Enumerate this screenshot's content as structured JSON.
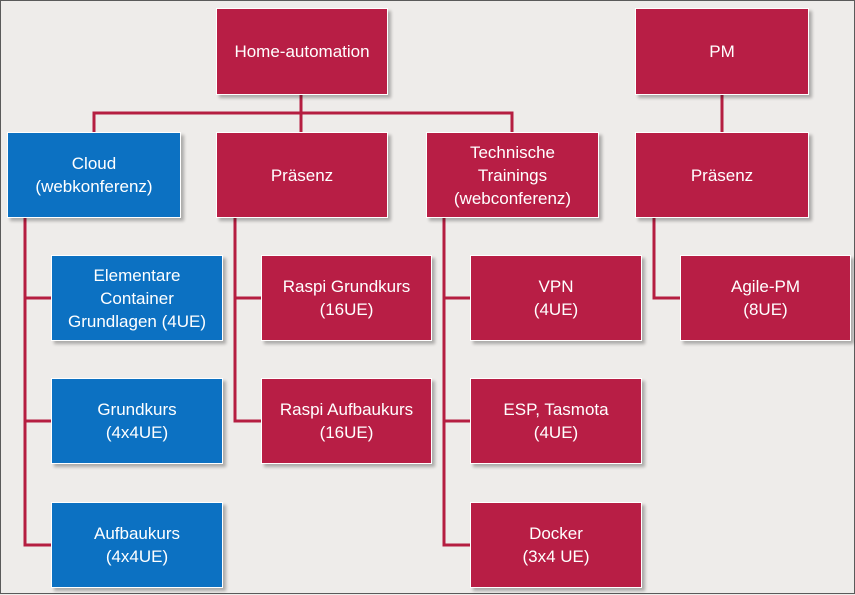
{
  "colors": {
    "red": "#b81e45",
    "blue": "#0c71c2",
    "connector": "#b51e41",
    "background": "#eeecea"
  },
  "nodes": {
    "home": {
      "label": "Home-automation"
    },
    "pm": {
      "label": "PM"
    },
    "cloud": {
      "label": "Cloud\n(webkonferenz)"
    },
    "praesenz1": {
      "label": "Präsenz"
    },
    "technische": {
      "label": "Technische\nTrainings\n(webconferenz)"
    },
    "praesenz2": {
      "label": "Präsenz"
    },
    "elementare": {
      "label": "Elementare\nContainer\nGrundlagen (4UE)"
    },
    "grundkurs": {
      "label": "Grundkurs\n(4x4UE)"
    },
    "aufbaukurs": {
      "label": "Aufbaukurs\n(4x4UE)"
    },
    "raspi_grund": {
      "label": "Raspi Grundkurs\n(16UE)"
    },
    "raspi_aufbau": {
      "label": "Raspi Aufbaukurs\n(16UE)"
    },
    "vpn": {
      "label": "VPN\n(4UE)"
    },
    "esp": {
      "label": "ESP, Tasmota\n(4UE)"
    },
    "docker": {
      "label": "Docker\n(3x4 UE)"
    },
    "agile": {
      "label": "Agile-PM\n(8UE)"
    }
  }
}
